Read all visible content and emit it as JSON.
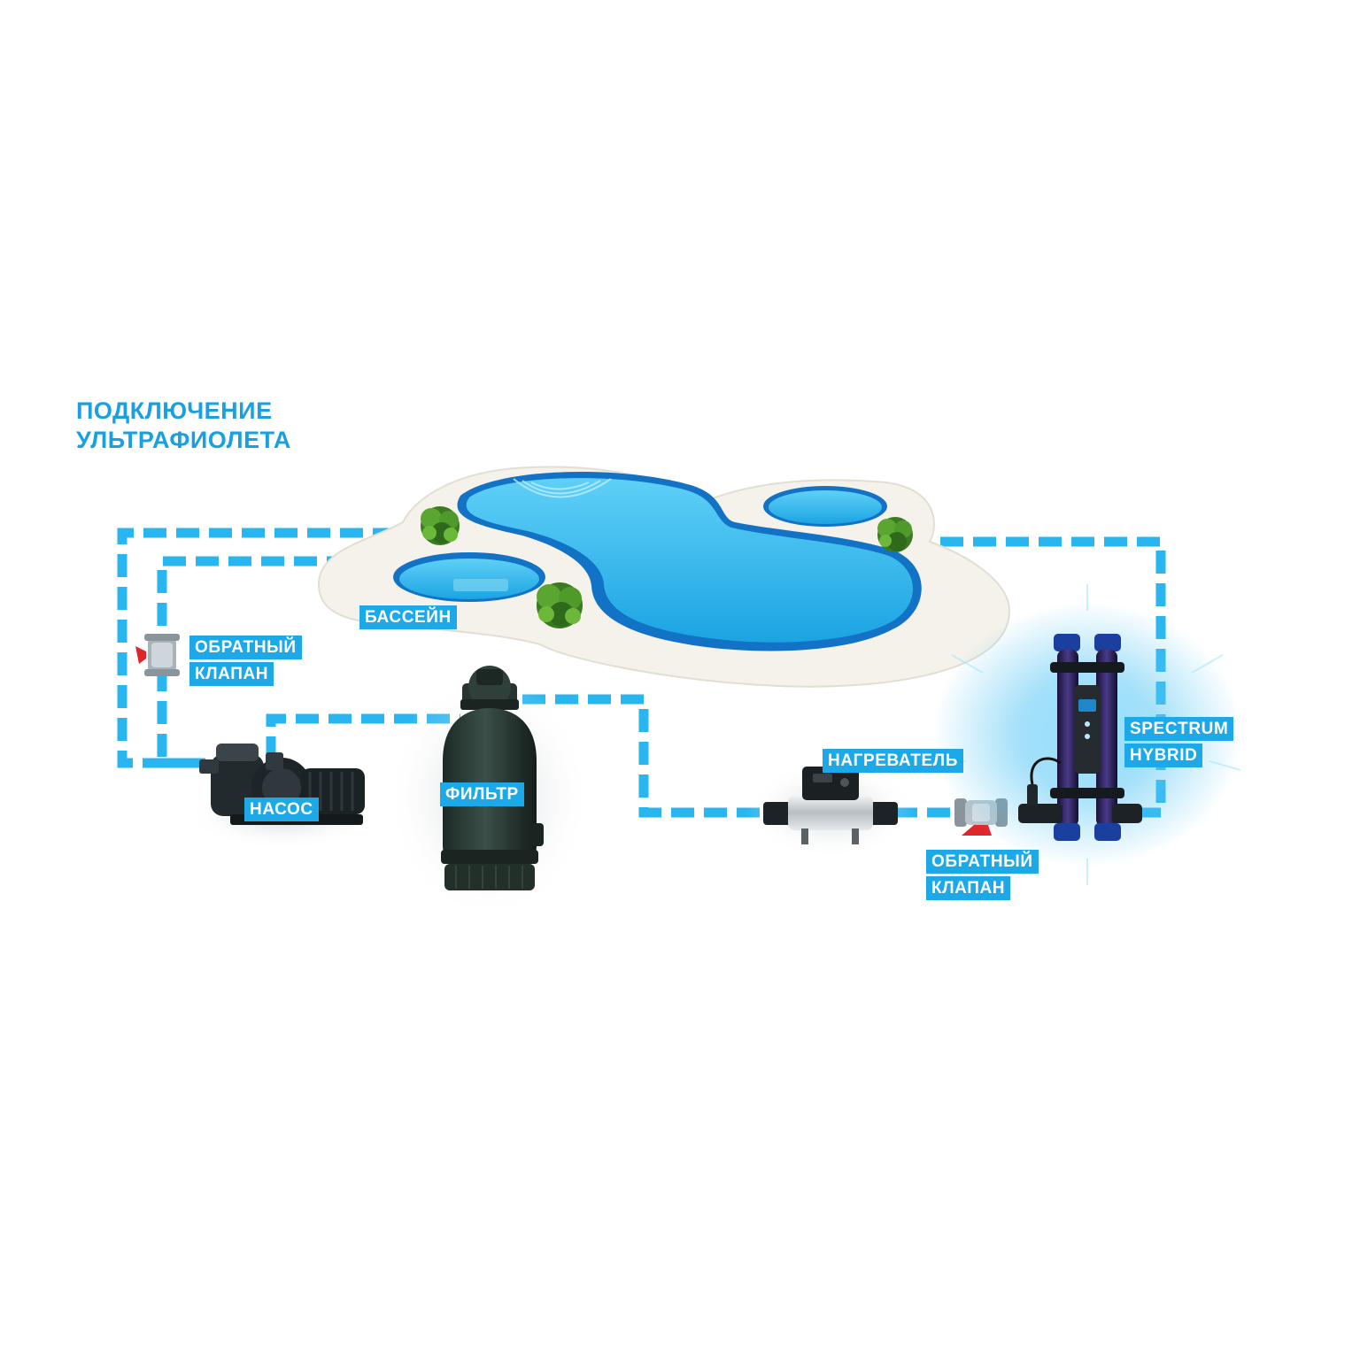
{
  "title": {
    "line1": "ПОДКЛЮЧЕНИЕ",
    "line2": "УЛЬТРАФИОЛЕТА"
  },
  "labels": {
    "pool": "БАССЕЙН",
    "check_valve_left": {
      "line1": "ОБРАТНЫЙ",
      "line2": "КЛАПАН"
    },
    "pump": "НАСОС",
    "filter": "ФИЛЬТР",
    "heater": "НАГРЕВАТЕЛЬ",
    "check_valve_right": {
      "line1": "ОБРАТНЫЙ",
      "line2": "КЛАПАН"
    },
    "uv_unit": {
      "line1": "SPECTRUM",
      "line2": "HYBRID"
    }
  },
  "colors": {
    "pipe": "#29b6f0",
    "label_bg": "#1da8e8",
    "title": "#1a9fe0",
    "water": "#19aee8",
    "deck": "#f4f2ea",
    "valve_handle": "#e0262b"
  },
  "icons": [
    "pool",
    "plant",
    "check-valve",
    "pump",
    "filter-tank",
    "heater",
    "uv-sterilizer"
  ]
}
